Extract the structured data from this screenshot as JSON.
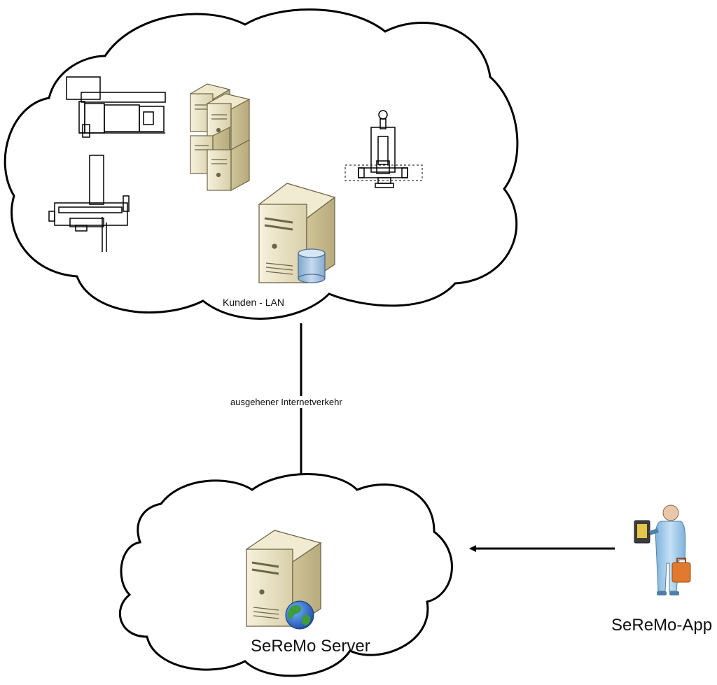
{
  "diagram": {
    "lan_cloud": {
      "label": "Kunden - LAN",
      "items": [
        "machine-icon",
        "machine-icon",
        "server-rack-icon",
        "database-server-icon",
        "machine-icon"
      ]
    },
    "connection": {
      "label": "ausgehener Internetverkehr"
    },
    "server_cloud": {
      "label": "SeReMo Server",
      "items": [
        "web-server-icon"
      ]
    },
    "app": {
      "label": "SeReMo-App",
      "icon": "user-with-device-icon"
    },
    "colors": {
      "cloud_stroke": "#000000",
      "cloud_fill": "#ffffff",
      "server_body": "#e7dfc2",
      "database": "#a9c3dc",
      "globe_water": "#2f6fd0",
      "globe_land": "#3f9c3a",
      "person": "#9ec6e6",
      "briefcase": "#e07a2e"
    }
  }
}
